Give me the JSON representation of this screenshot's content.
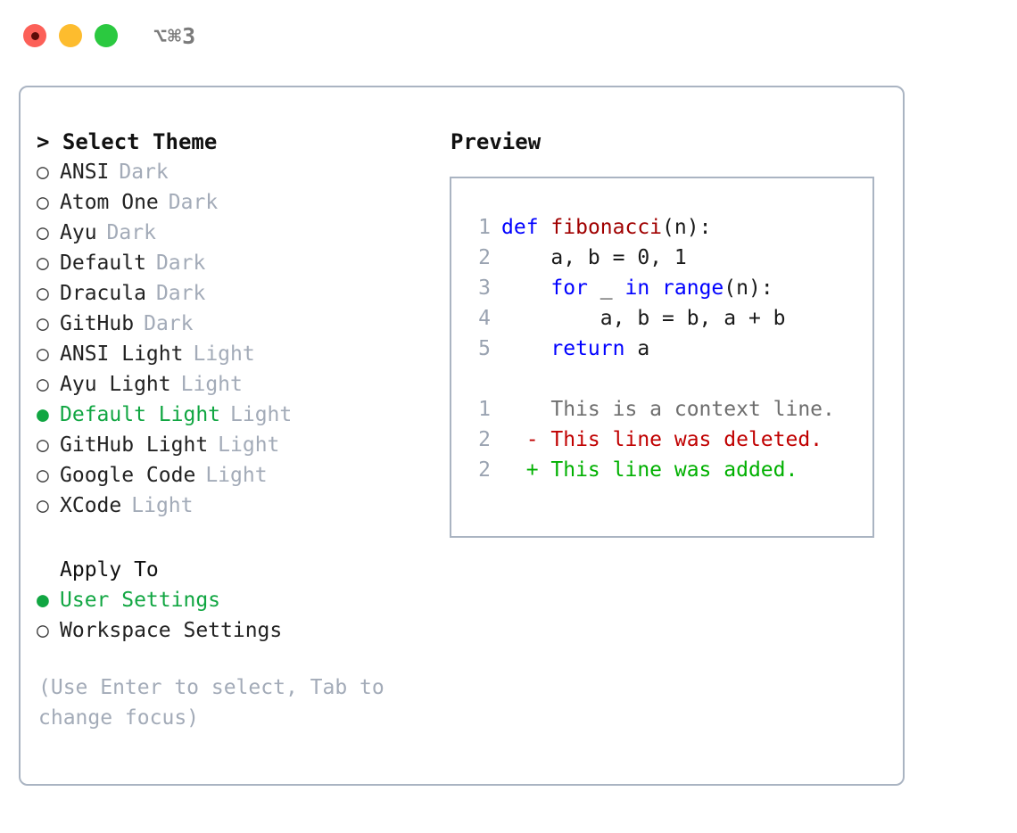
{
  "titlebar": {
    "shortcut": "⌥⌘3",
    "lights": [
      "close",
      "minimize",
      "zoom"
    ]
  },
  "theme_picker": {
    "header": "> Select Theme",
    "selected_bullet": "●",
    "unselected_bullet": "○",
    "options": [
      {
        "name": "ANSI",
        "tag": "Dark",
        "selected": false
      },
      {
        "name": "Atom One",
        "tag": "Dark",
        "selected": false
      },
      {
        "name": "Ayu",
        "tag": "Dark",
        "selected": false
      },
      {
        "name": "Default",
        "tag": "Dark",
        "selected": false
      },
      {
        "name": "Dracula",
        "tag": "Dark",
        "selected": false
      },
      {
        "name": "GitHub",
        "tag": "Dark",
        "selected": false
      },
      {
        "name": "ANSI Light",
        "tag": "Light",
        "selected": false
      },
      {
        "name": "Ayu Light",
        "tag": "Light",
        "selected": false
      },
      {
        "name": "Default Light",
        "tag": "Light",
        "selected": true
      },
      {
        "name": "GitHub Light",
        "tag": "Light",
        "selected": false
      },
      {
        "name": "Google Code",
        "tag": "Light",
        "selected": false
      },
      {
        "name": "XCode",
        "tag": "Light",
        "selected": false
      }
    ]
  },
  "apply_to": {
    "header": "Apply To",
    "options": [
      {
        "name": "User Settings",
        "selected": true
      },
      {
        "name": "Workspace Settings",
        "selected": false
      }
    ]
  },
  "hint": "(Use Enter to select, Tab to change focus)",
  "preview": {
    "title": "Preview",
    "code_lines": [
      {
        "lno": "1",
        "tokens": [
          {
            "t": "def",
            "c": "kw"
          },
          {
            "t": " ",
            "c": "pl"
          },
          {
            "t": "fibonacci",
            "c": "fn"
          },
          {
            "t": "(n):",
            "c": "pl"
          }
        ]
      },
      {
        "lno": "2",
        "tokens": [
          {
            "t": "    a, b = 0, 1",
            "c": "pl"
          }
        ]
      },
      {
        "lno": "3",
        "tokens": [
          {
            "t": "    ",
            "c": "pl"
          },
          {
            "t": "for",
            "c": "kw"
          },
          {
            "t": " _ ",
            "c": "pl"
          },
          {
            "t": "in",
            "c": "kw"
          },
          {
            "t": " ",
            "c": "pl"
          },
          {
            "t": "range",
            "c": "kw"
          },
          {
            "t": "(n):",
            "c": "pl"
          }
        ]
      },
      {
        "lno": "4",
        "tokens": [
          {
            "t": "        a, b = b, a + b",
            "c": "pl"
          }
        ]
      },
      {
        "lno": "5",
        "tokens": [
          {
            "t": "    ",
            "c": "pl"
          },
          {
            "t": "return",
            "c": "kw"
          },
          {
            "t": " a",
            "c": "pl"
          }
        ]
      }
    ],
    "diff_lines": [
      {
        "lno": "1",
        "marker": " ",
        "text": "This is a context line.",
        "kind": "ctx"
      },
      {
        "lno": "2",
        "marker": "-",
        "text": "This line was deleted.",
        "kind": "del"
      },
      {
        "lno": "2",
        "marker": "+",
        "text": "This line was added.",
        "kind": "add"
      }
    ]
  },
  "colors": {
    "accent_green": "#11a642",
    "muted": "#a3abb8",
    "border": "#aab4c2",
    "keyword": "#0000ff",
    "function": "#a00000",
    "diff_delete": "#c00000",
    "diff_add": "#00b000",
    "light_red": "#fc6058",
    "light_yellow": "#fdbc2e",
    "light_green": "#2bc940"
  }
}
